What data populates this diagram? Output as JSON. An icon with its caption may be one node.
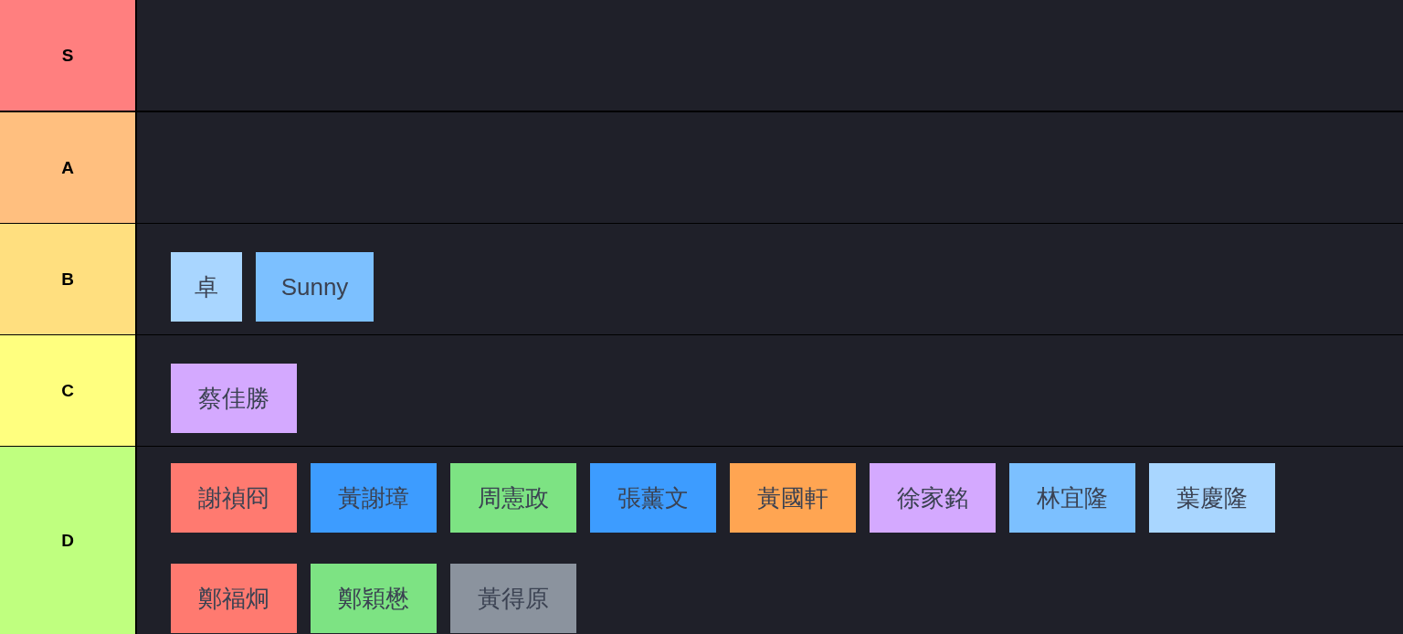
{
  "diagram": {
    "nodes": [
      {
        "text": [
          "S"
        ]
      },
      {
        "text": [
          "A"
        ]
      },
      {
        "text": [
          "B"
        ]
      },
      {
        "text": [
          "卓"
        ],
        "in": 2
      },
      {
        "text": [
          "Sunny"
        ],
        "in": 2
      },
      {
        "text": [
          "C"
        ]
      },
      {
        "text": [
          "蔡佳勝"
        ],
        "in": 5
      },
      {
        "text": [
          "D"
        ]
      },
      {
        "text": [
          "謝禎冏"
        ],
        "in": 7
      },
      {
        "text": [
          "黃謝璋"
        ],
        "in": 7
      },
      {
        "text": [
          "周憲政"
        ],
        "in": 7
      },
      {
        "text": [
          "張薰文"
        ],
        "in": 7
      },
      {
        "text": [
          "黃國軒"
        ],
        "in": 7
      },
      {
        "text": [
          "徐家銘"
        ],
        "in": 7
      },
      {
        "text": [
          "林宜隆"
        ],
        "in": 7
      },
      {
        "text": [
          "葉慶隆"
        ],
        "in": 7
      },
      {
        "text": [
          "鄭福炯"
        ],
        "in": 7
      },
      {
        "text": [
          "鄭穎懋"
        ],
        "in": 7
      },
      {
        "text": [
          "黃得原"
        ],
        "in": 7
      }
    ]
  }
}
